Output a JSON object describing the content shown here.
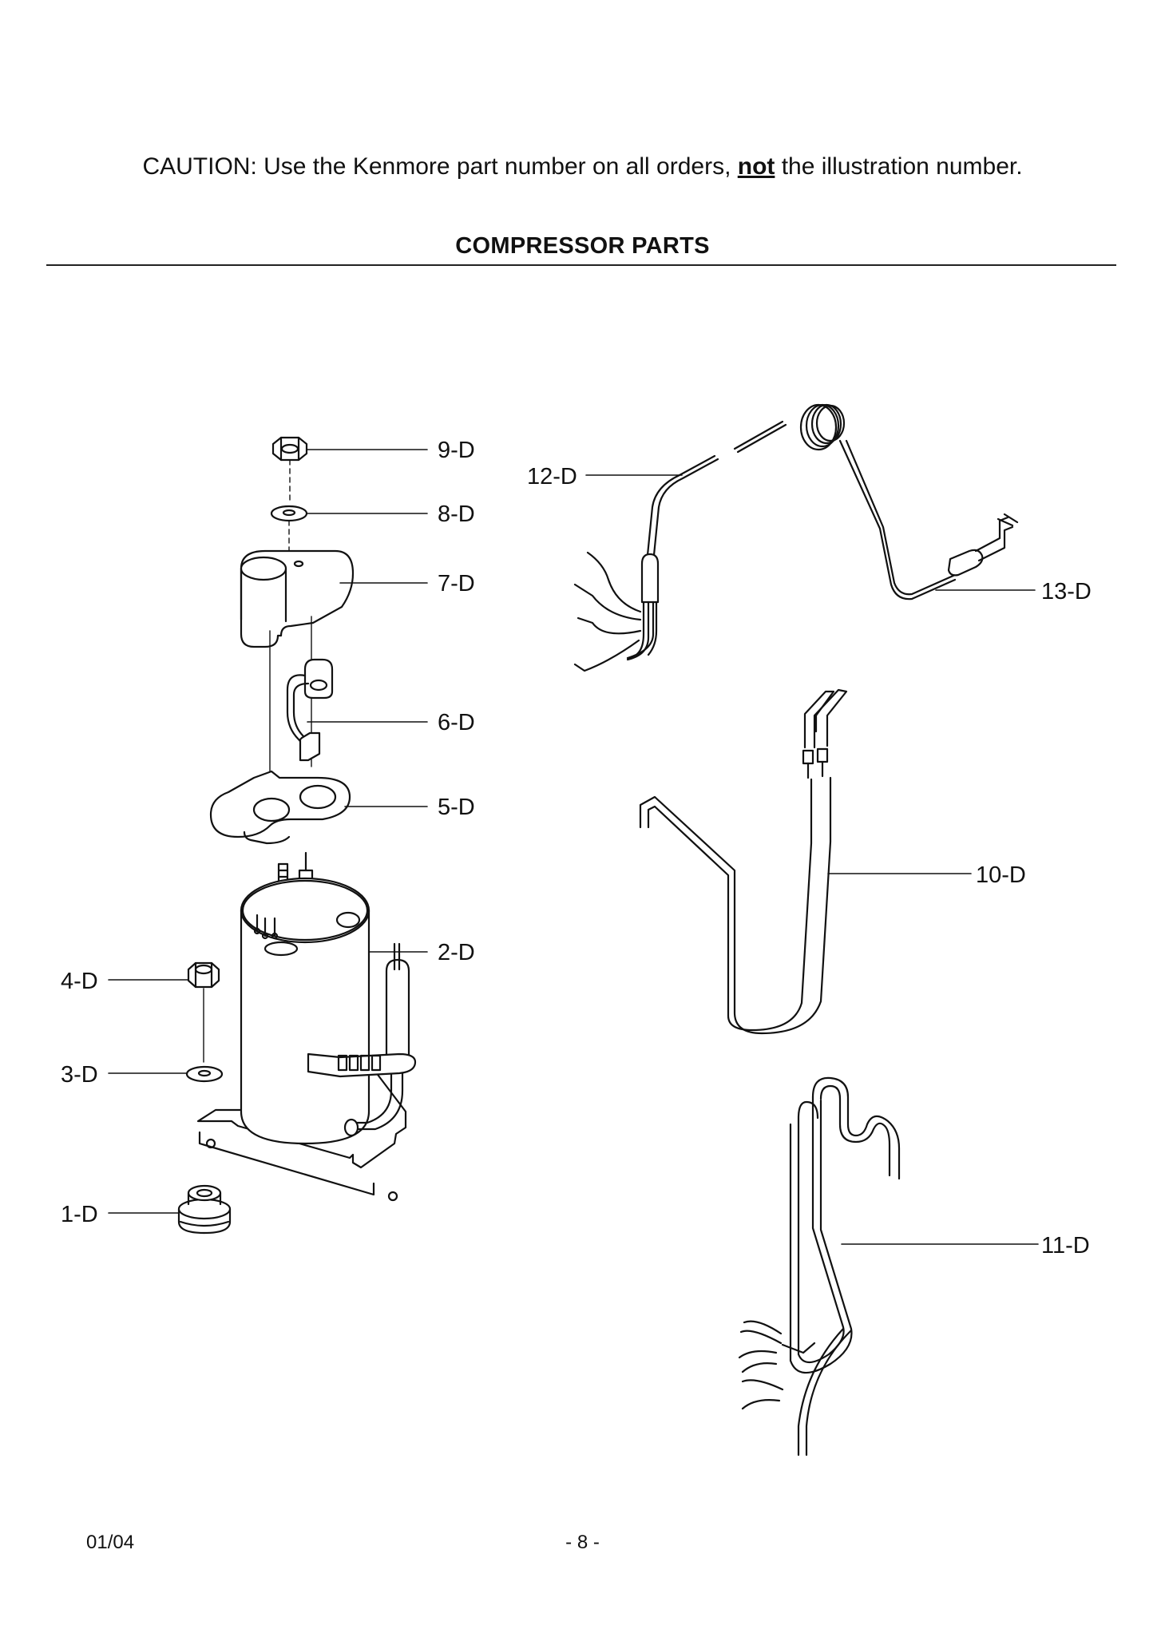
{
  "caution": {
    "prefix": "CAUTION: Use the Kenmore part number on all orders, ",
    "emphasis": "not",
    "suffix": " the illustration number."
  },
  "section_title": "COMPRESSOR PARTS",
  "callouts": {
    "p9": "9-D",
    "p8": "8-D",
    "p7": "7-D",
    "p6": "6-D",
    "p5": "5-D",
    "p2": "2-D",
    "p4": "4-D",
    "p3": "3-D",
    "p1": "1-D",
    "p12": "12-D",
    "p13": "13-D",
    "p10": "10-D",
    "p11": "11-D"
  },
  "footer": {
    "date": "01/04",
    "page": "- 8 -"
  }
}
